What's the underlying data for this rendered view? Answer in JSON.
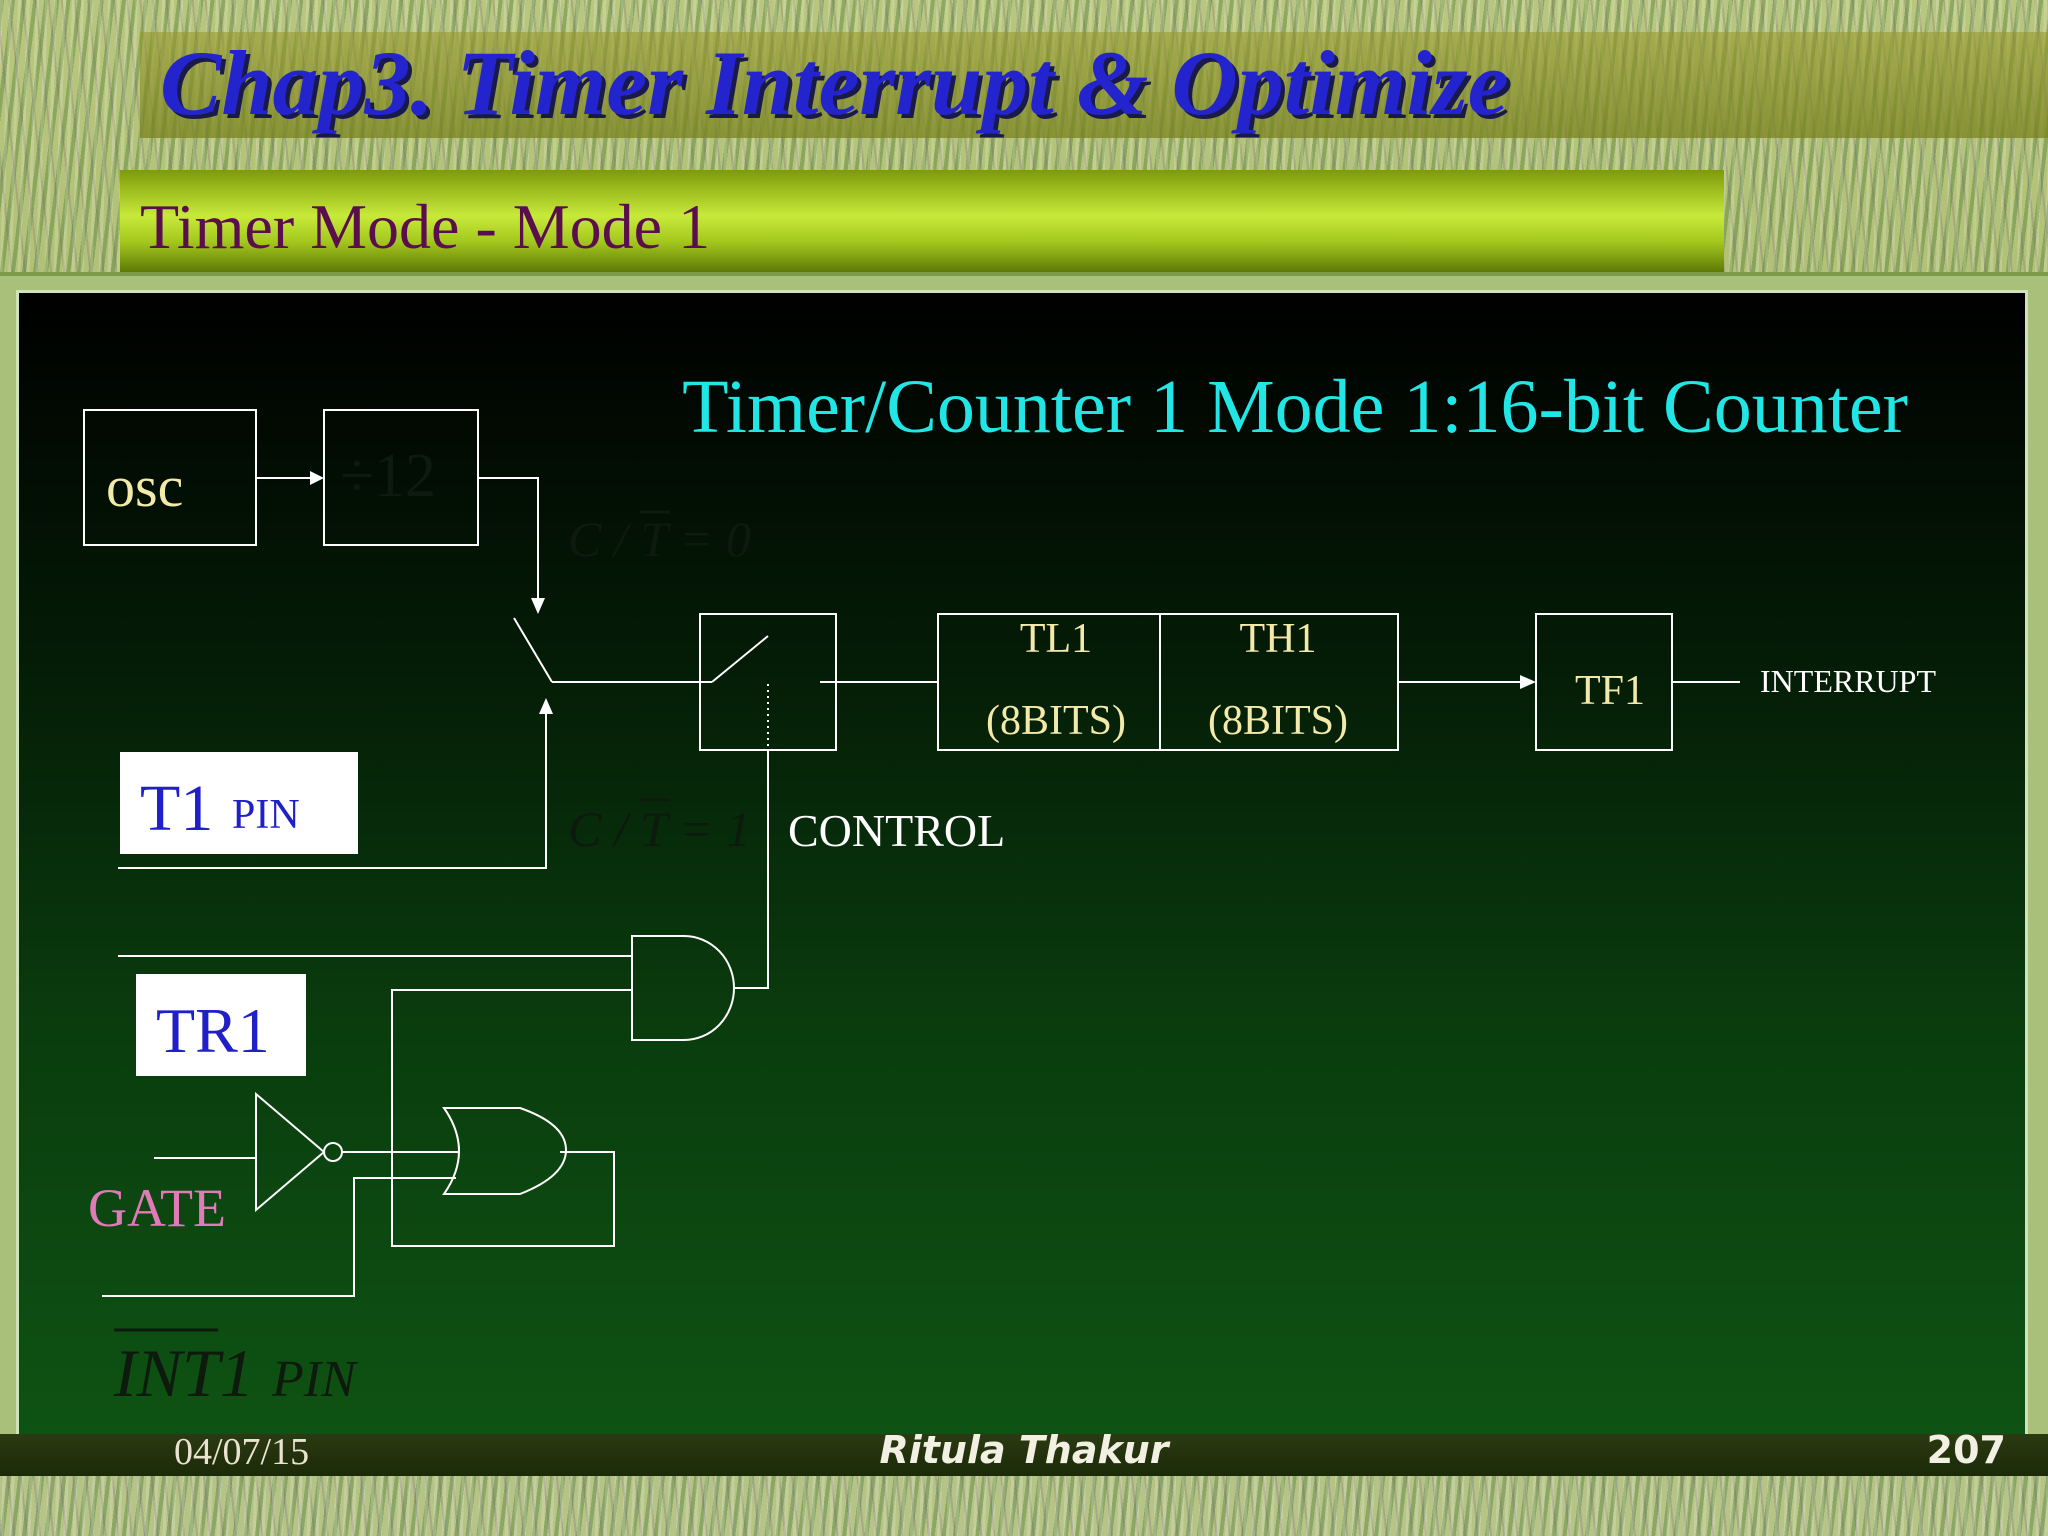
{
  "header": {
    "title": "Chap3. Timer Interrupt & Optimize",
    "subtitle": "Timer Mode - Mode 1"
  },
  "diagram": {
    "heading": "Timer/Counter 1 Mode 1:16-bit Counter",
    "osc_label": "osc",
    "divider_label": "÷12",
    "ct0_label": "C / T = 0",
    "ct1_label": "C / T = 1",
    "tl1_label": "TL1",
    "tl1_bits": "(8BITS)",
    "th1_label": "TH1",
    "th1_bits": "(8BITS)",
    "tf1_label": "TF1",
    "interrupt_label": "INTERRUPT",
    "control_label": "CONTROL",
    "t1_pin_main": "T1",
    "t1_pin_suffix": "PIN",
    "tr1_label": "TR1",
    "gate_label": "GATE",
    "int1_main": "INT1",
    "int1_suffix": "PIN",
    "colors": {
      "cyan_heading": "#22e6e6",
      "block_text": "#f3e9a8",
      "line": "#ffffff",
      "label_box_text": "#2020c8",
      "gate": "#e07ab8",
      "faint": "#0a1a0a"
    }
  },
  "footer": {
    "date": "04/07/15",
    "author": "Ritula Thakur",
    "page": "207"
  }
}
